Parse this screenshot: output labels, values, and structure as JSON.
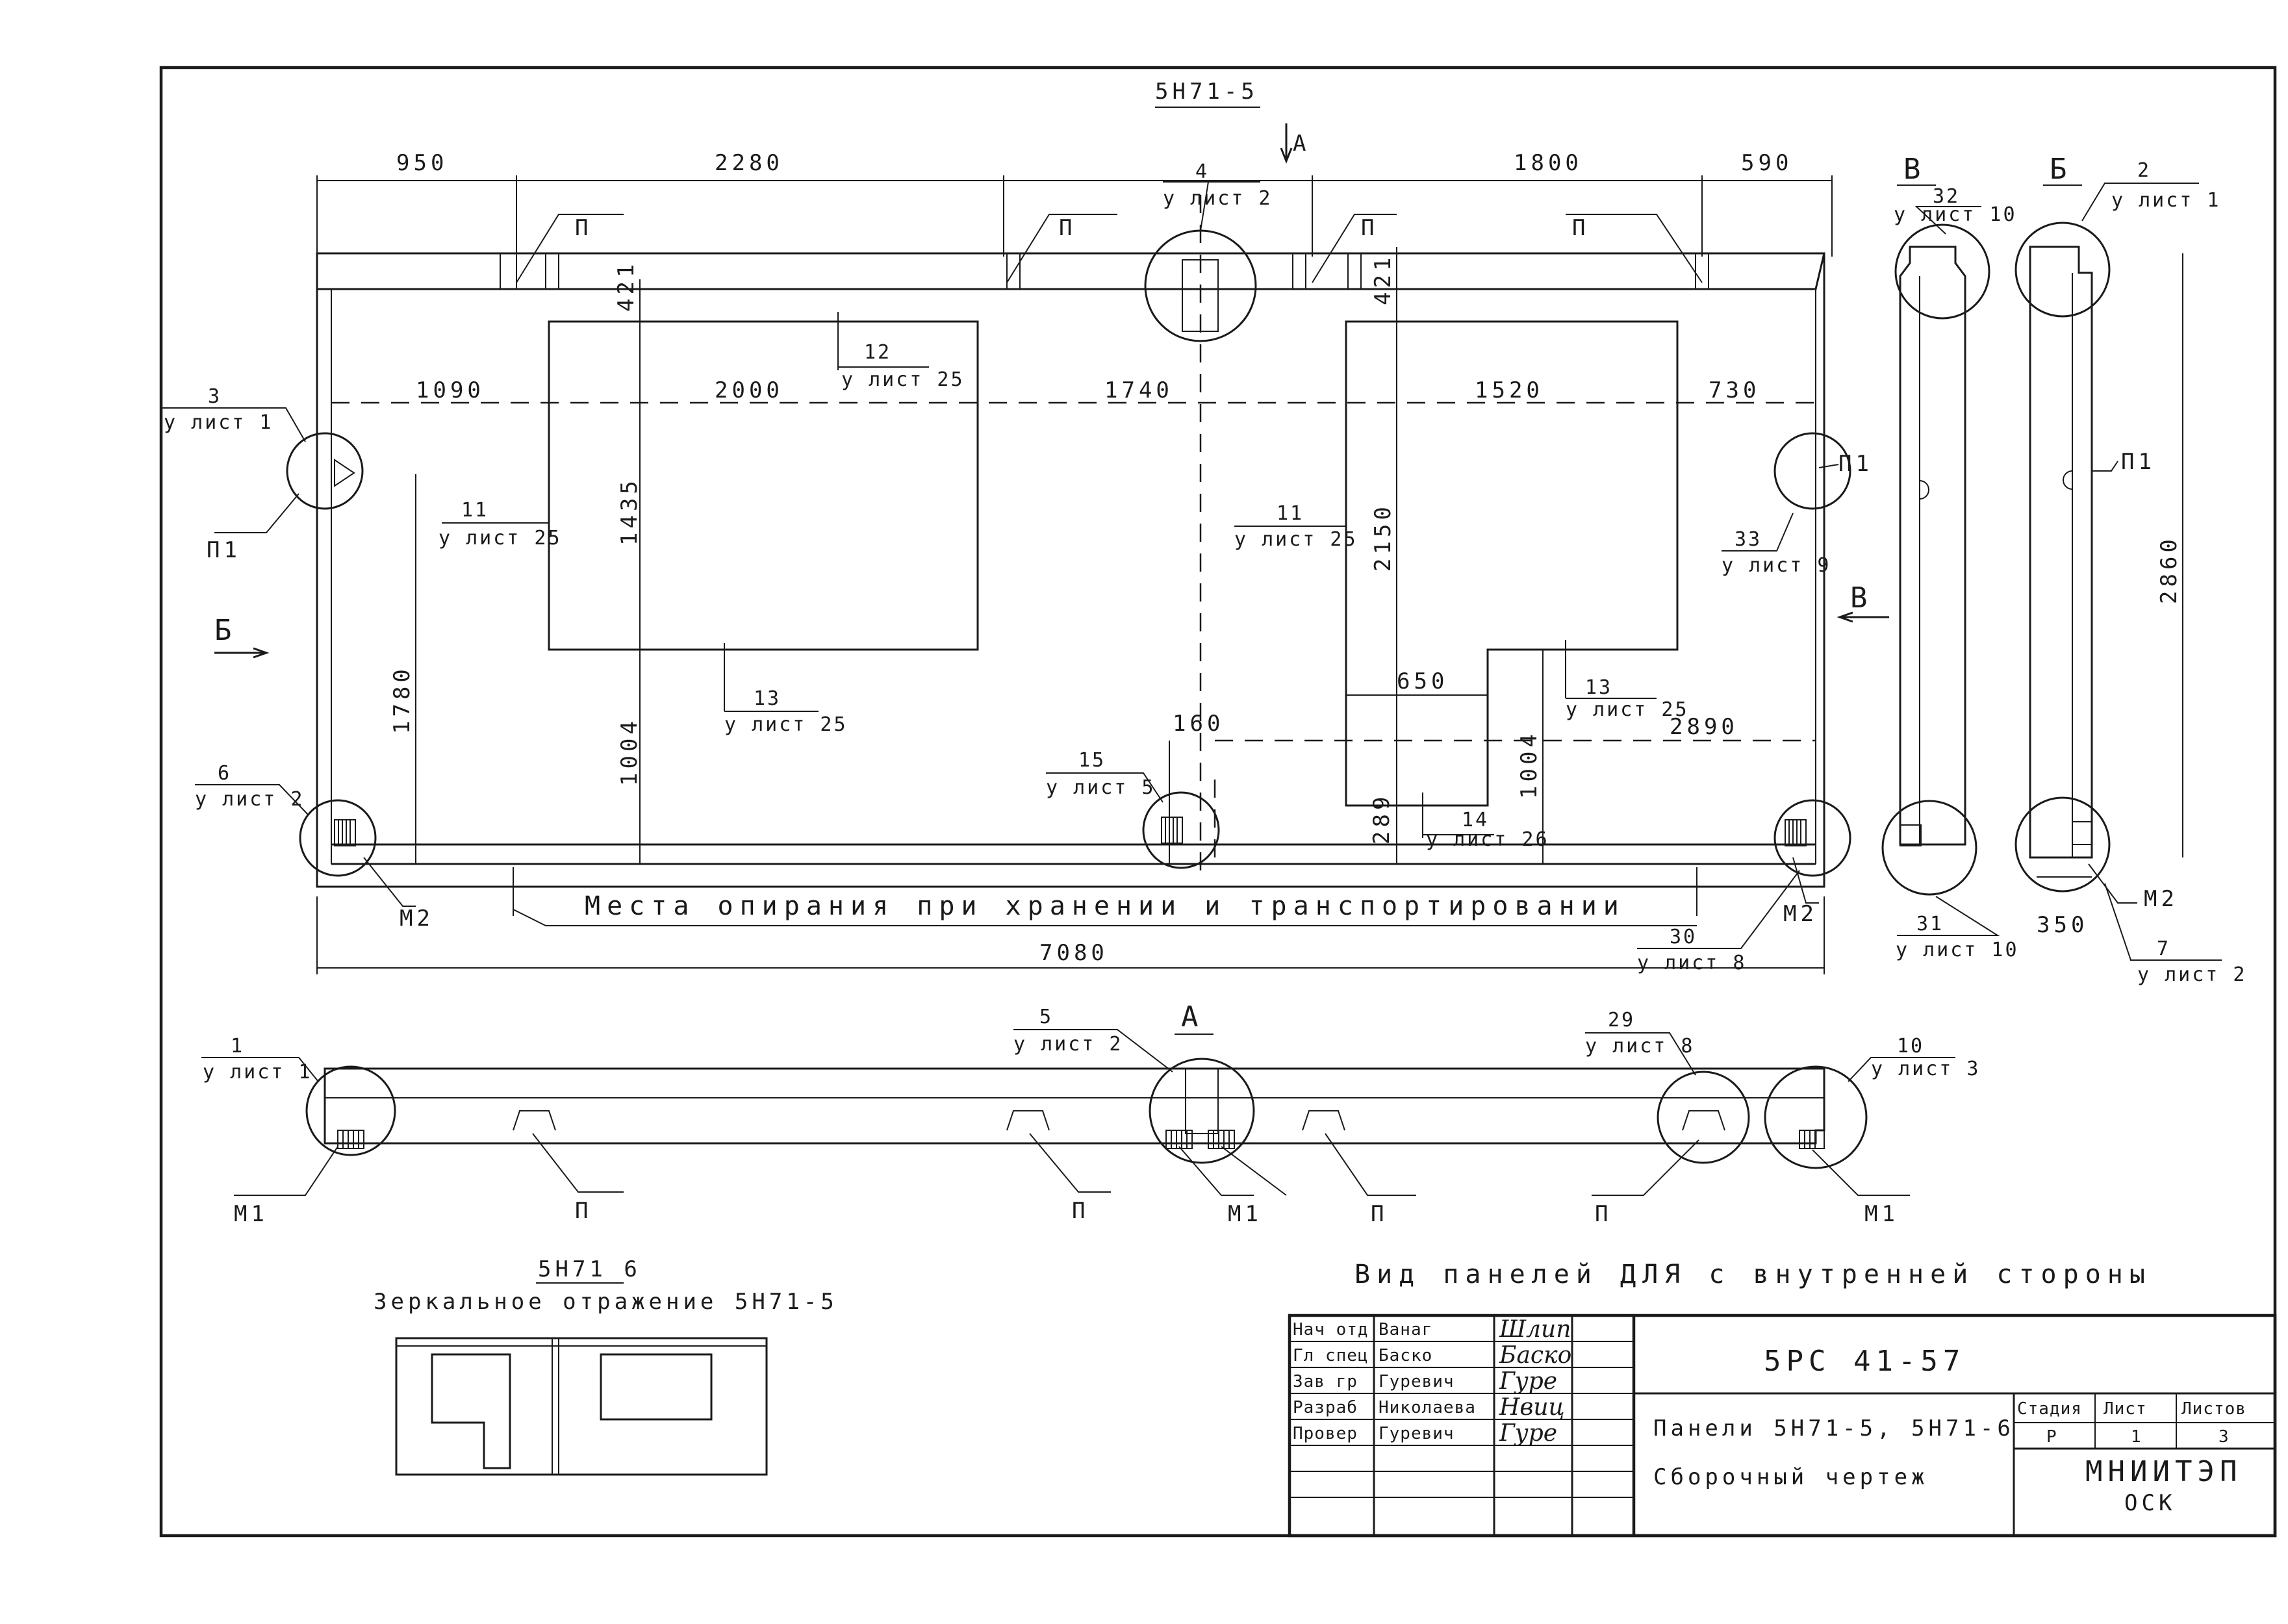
{
  "drawing": {
    "title_mark": "5Н71-5",
    "view_a_top": "А",
    "dims_top": [
      "950",
      "2280",
      "1800",
      "590"
    ],
    "dims_inner": [
      "1090",
      "2000",
      "1740",
      "1520",
      "730"
    ],
    "dim_421_left": "421",
    "dim_421_right": "421",
    "dim_1435": "1435",
    "dim_1004_left": "1004",
    "dim_1780": "1780",
    "dim_2150": "2150",
    "dim_650": "650",
    "dim_160": "160",
    "dim_2890": "2890",
    "dim_1004_right": "1004",
    "dim_289": "289",
    "dim_7080": "7080",
    "dim_2860": "2860",
    "dim_350": "350",
    "support_note": "Места опирания при хранении и транспортировании",
    "side_b": "Б",
    "side_v": "В",
    "view_b_label": "Б",
    "view_v_label": "В",
    "view_a_label": "А",
    "view_caption": "Вид панелей ДЛЯ с внутренней стороны",
    "mirror_mark": "5Н71 6",
    "mirror_caption": "Зеркальное отражение 5Н71-5",
    "labels": {
      "p": "П",
      "p1": "П1",
      "m1": "М1",
      "m2": "М2"
    },
    "callouts": [
      {
        "num": "4",
        "sheet": "у лист 2"
      },
      {
        "num": "3",
        "sheet": "у лист 1"
      },
      {
        "num": "6",
        "sheet": "у лист 2"
      },
      {
        "num": "11",
        "sheet": "у лист 25"
      },
      {
        "num": "12",
        "sheet": "у лист 25"
      },
      {
        "num": "13",
        "sheet": "у лист 25"
      },
      {
        "num": "15",
        "sheet": "у лист 5"
      },
      {
        "num": "11",
        "sheet": "у лист 25"
      },
      {
        "num": "13",
        "sheet": "у лист 25"
      },
      {
        "num": "14",
        "sheet": "у лист 26"
      },
      {
        "num": "33",
        "sheet": "у лист 9"
      },
      {
        "num": "30",
        "sheet": "у лист 8"
      },
      {
        "num": "32",
        "sheet": "у лист 10"
      },
      {
        "num": "31",
        "sheet": "у лист 10"
      },
      {
        "num": "2",
        "sheet": "у лист 1"
      },
      {
        "num": "7",
        "sheet": "у лист 2"
      },
      {
        "num": "1",
        "sheet": "у лист 1"
      },
      {
        "num": "5",
        "sheet": "у лист 2"
      },
      {
        "num": "29",
        "sheet": "у лист 8"
      },
      {
        "num": "10",
        "sheet": "у лист 3"
      }
    ]
  },
  "title_block": {
    "roles": [
      "Нач отд",
      "Гл спец",
      "Зав гр",
      "Разраб",
      "Провер"
    ],
    "names": [
      "Ванаг",
      "Баско",
      "Гуревич",
      "Николаева",
      "Гуревич"
    ],
    "signatures": [
      "Шлип",
      "Баско",
      "Гуре",
      "Нвиц",
      "Гуре"
    ],
    "doc_code": "5РС 41-57",
    "product": "Панели 5Н71-5, 5Н71-6",
    "doc_title": "Сборочный чертеж",
    "stage_h": "Стадия",
    "sheet_h": "Лист",
    "sheets_h": "Листов",
    "stage": "Р",
    "sheet": "1",
    "sheets": "3",
    "org": "МНИИТЭП",
    "org2": "ОСК"
  }
}
